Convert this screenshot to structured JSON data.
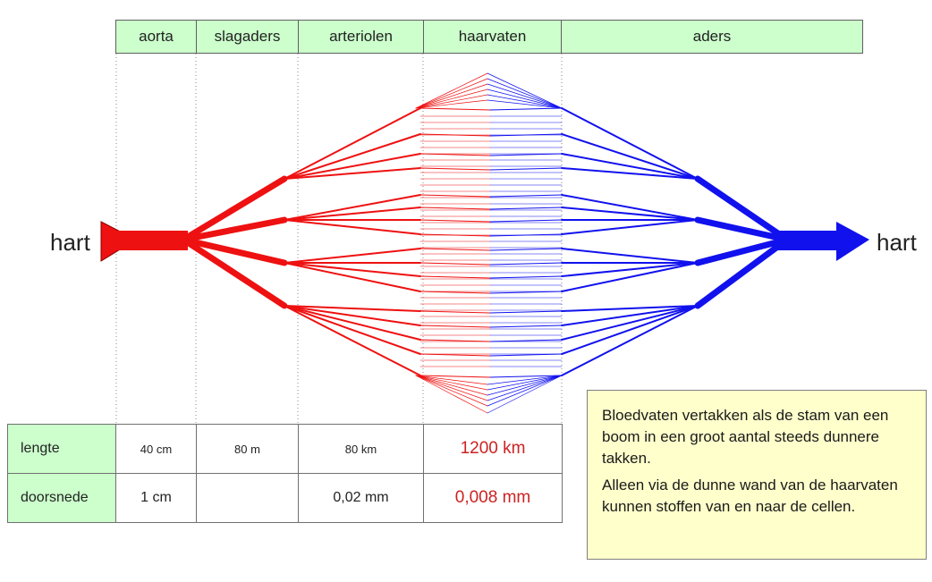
{
  "headers": [
    "aorta",
    "slagaders",
    "arteriolen",
    "haarvaten",
    "aders"
  ],
  "heart_label_left": "hart",
  "heart_label_right": "hart",
  "table": {
    "rows": [
      {
        "label": "lengte",
        "aorta": "40 cm",
        "slagaders": "80 m",
        "arteriolen": "80 km",
        "haarvaten": "1200 km"
      },
      {
        "label": "doorsnede",
        "aorta": "1 cm",
        "slagaders": "",
        "arteriolen": "0,02 mm",
        "haarvaten": "0,008 mm"
      }
    ]
  },
  "note": {
    "p1": "Bloedvaten vertakken als de stam van een boom in een groot aantal steeds dunnere takken.",
    "p2": "Alleen via de dunne wand van de haarvaten kunnen stoffen van en naar de cellen."
  },
  "colors": {
    "arterial": "#ee1111",
    "venous": "#1111ee",
    "header_bg": "#ccffcc",
    "note_bg": "#ffffcc",
    "highlight_text": "#cc2222"
  }
}
